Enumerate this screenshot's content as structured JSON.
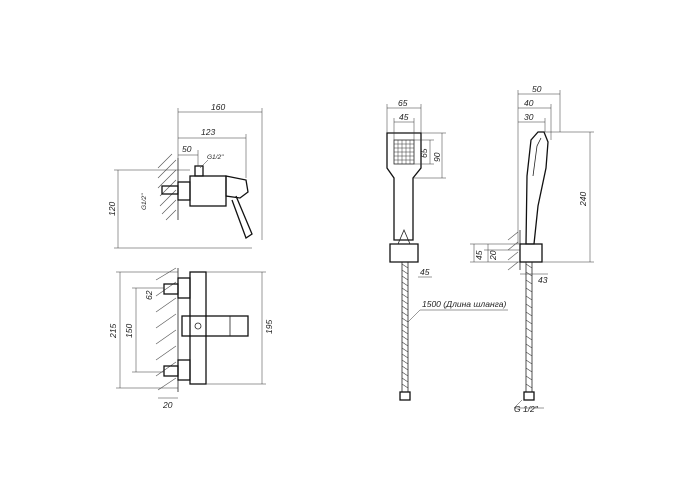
{
  "mixer_side": {
    "dim_total_depth": "160",
    "dim_body_depth": "123",
    "dim_inlet": "50",
    "dim_height": "120",
    "thread_top": "G1/2\"",
    "thread_left": "G1/2\""
  },
  "mixer_front": {
    "dim_total": "215",
    "dim_centers": "150",
    "dim_body": "195",
    "dim_offset": "62",
    "dim_wall": "20"
  },
  "handshower_front": {
    "dim_head_width": "65",
    "dim_spray_width": "45",
    "dim_spray_height": "65",
    "dim_head_height": "90",
    "dim_holder": "45",
    "hose_label": "1500 (Длина шланга)"
  },
  "handshower_side": {
    "dim_total_depth": "50",
    "dim_depth_2": "40",
    "dim_depth_3": "30",
    "dim_length": "240",
    "dim_holder_h1": "45",
    "dim_holder_h2": "20",
    "dim_holder_w": "43",
    "thread": "G 1/2\""
  }
}
